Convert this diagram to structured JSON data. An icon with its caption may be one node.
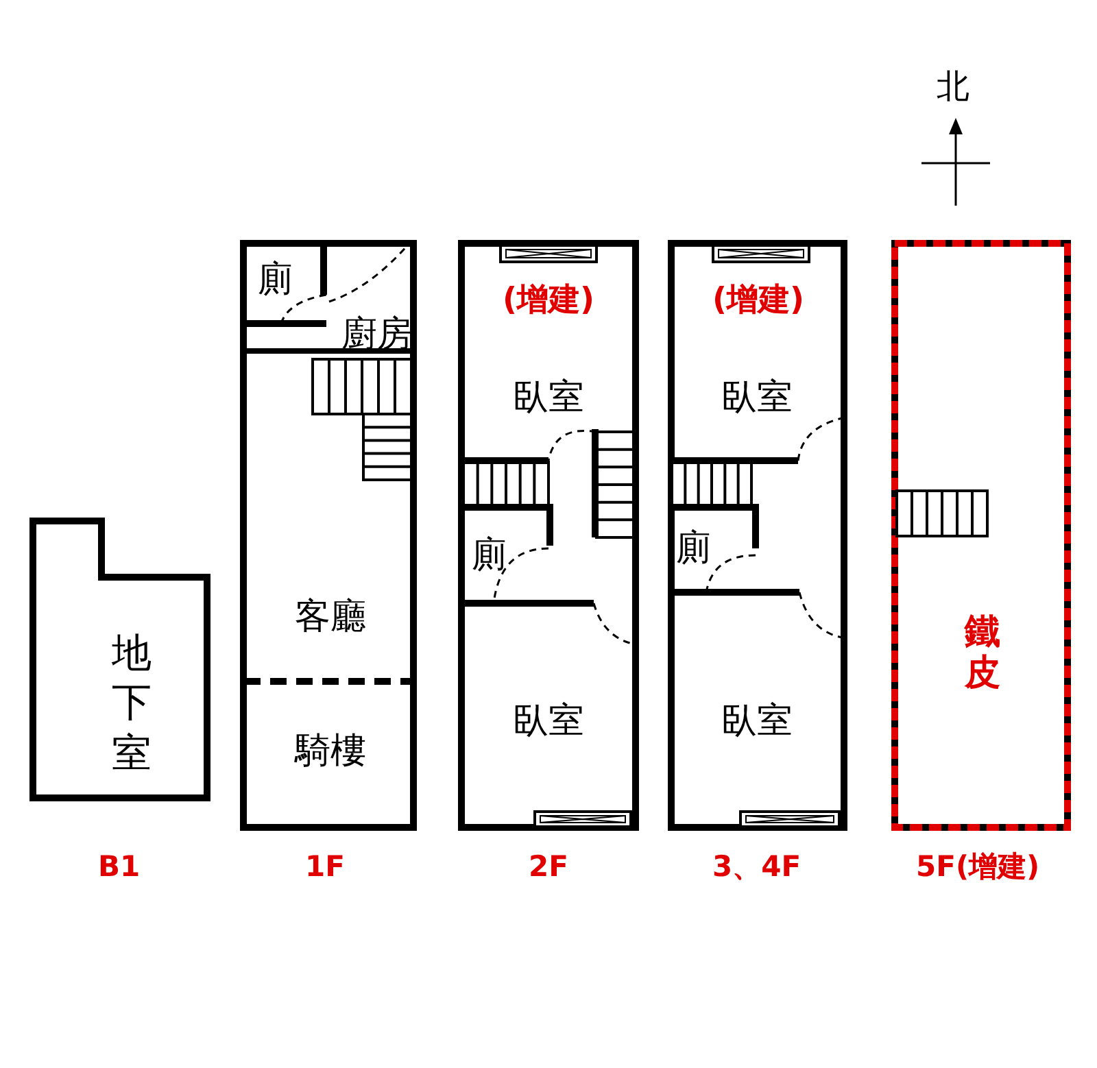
{
  "diagram": {
    "nodes": [
      {
        "text": [
          "地下室"
        ],
        "beside": [
          "B1"
        ]
      },
      {
        "text": [],
        "shape": "box",
        "beside": [
          "1F"
        ]
      },
      {
        "text": [],
        "shape": "box",
        "in": 1
      },
      {
        "text": [
          "廁"
        ],
        "in": 2
      },
      {
        "text": [
          "廚房"
        ],
        "in": 2
      },
      {
        "text": [
          "客廳"
        ],
        "in": 1
      },
      {
        "text": [
          "騎樓"
        ],
        "in": 1
      },
      {
        "text": [],
        "shape": "box",
        "beside": [
          "2F"
        ]
      },
      {
        "text": [
          "(增建)"
        ],
        "in": 7
      },
      {
        "text": [
          "臥室"
        ],
        "in": 7
      },
      {
        "text": [
          "廁"
        ],
        "in": 7
      },
      {
        "text": [
          "臥室"
        ],
        "in": 7
      },
      {
        "text": [],
        "shape": "box",
        "beside": [
          "3、4F"
        ]
      },
      {
        "text": [
          "(增建)"
        ],
        "in": 12
      },
      {
        "text": [
          "臥室"
        ],
        "in": 12
      },
      {
        "text": [
          "廁"
        ],
        "in": 12
      },
      {
        "text": [
          "臥室"
        ],
        "in": 12
      },
      {
        "text": [
          "鐵皮"
        ],
        "beside": [
          "5F(增建)"
        ]
      }
    ],
    "edges": [],
    "labels": [
      "北"
    ]
  }
}
